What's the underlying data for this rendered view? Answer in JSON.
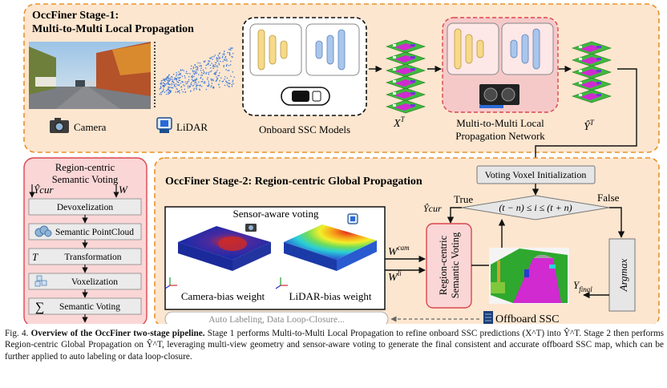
{
  "stage1": {
    "title_line1": "OccFiner Stage-1:",
    "title_line2": "Multi-to-Multi Local Propagation",
    "camera_label": "Camera",
    "lidar_label": "LiDAR",
    "onboard_label": "Onboard SSC Models",
    "xt_label": "X",
    "xt_sup": "T",
    "network_line1": "Multi-to-Multi Local",
    "network_line2": "Propagation Network",
    "yt_label": "Ŷ",
    "yt_sup": "T"
  },
  "voting_box": {
    "title_line1": "Region-centric",
    "title_line2": "Semantic Voting",
    "input_ycur": "Ŷcur",
    "input_w": "W",
    "steps": [
      {
        "icon": "",
        "label": "Devoxelization"
      },
      {
        "icon": "cloud-icon",
        "label": "Semantic PointCloud"
      },
      {
        "icon": "T",
        "label": "Transformation"
      },
      {
        "icon": "cubes-icon",
        "label": "Voxelization"
      },
      {
        "icon": "sum-icon",
        "label": "Semantic Voting"
      }
    ]
  },
  "stage2": {
    "title": "OccFiner Stage-2: Region-centric Global Propagation",
    "voting_init": "Voting Voxel Initialization",
    "condition": "(t − n) ≤ i ≤ (t + n)",
    "true_label": "True",
    "false_label": "False",
    "ycur_label": "Ŷcur",
    "sensor_voting": "Sensor-aware voting",
    "camera_weight": "Camera-bias weight",
    "lidar_weight": "LiDAR-bias weight",
    "wcam": "W",
    "wcam_sup": "cam",
    "wli": "W",
    "wli_sup": "li",
    "rc_voting_line1": "Region-centric",
    "rc_voting_line2": "Semantic Voting",
    "argmax": "Argmax",
    "yfinal": "Y",
    "yfinal_sub": "final",
    "offboard": "Offboard SSC",
    "auto_labeling": "Auto Labeling, Data Loop-Closure..."
  },
  "caption": {
    "fig": "Fig. 4.",
    "bold": "Overview of the OccFiner two-stage pipeline.",
    "text": "Stage 1 performs Multi-to-Multi Local Propagation to refine onboard SSC predictions (X^T) into Ŷ^T. Stage 2 then performs Region-centric Global Propagation on Ŷ^T, leveraging multi-view geometry and sensor-aware voting to generate the final consistent and accurate offboard SSC map, which can be further applied to auto labeling or data loop-closure."
  },
  "colors": {
    "stage_bg": "#fde6cf",
    "stage_border": "#e8922a",
    "voting_bg": "#fad6d6",
    "voting_border": "#d9474f",
    "step_bg": "#ebebeb",
    "yellow_block": "#f7d98a",
    "blue_block": "#a9c6ec"
  }
}
